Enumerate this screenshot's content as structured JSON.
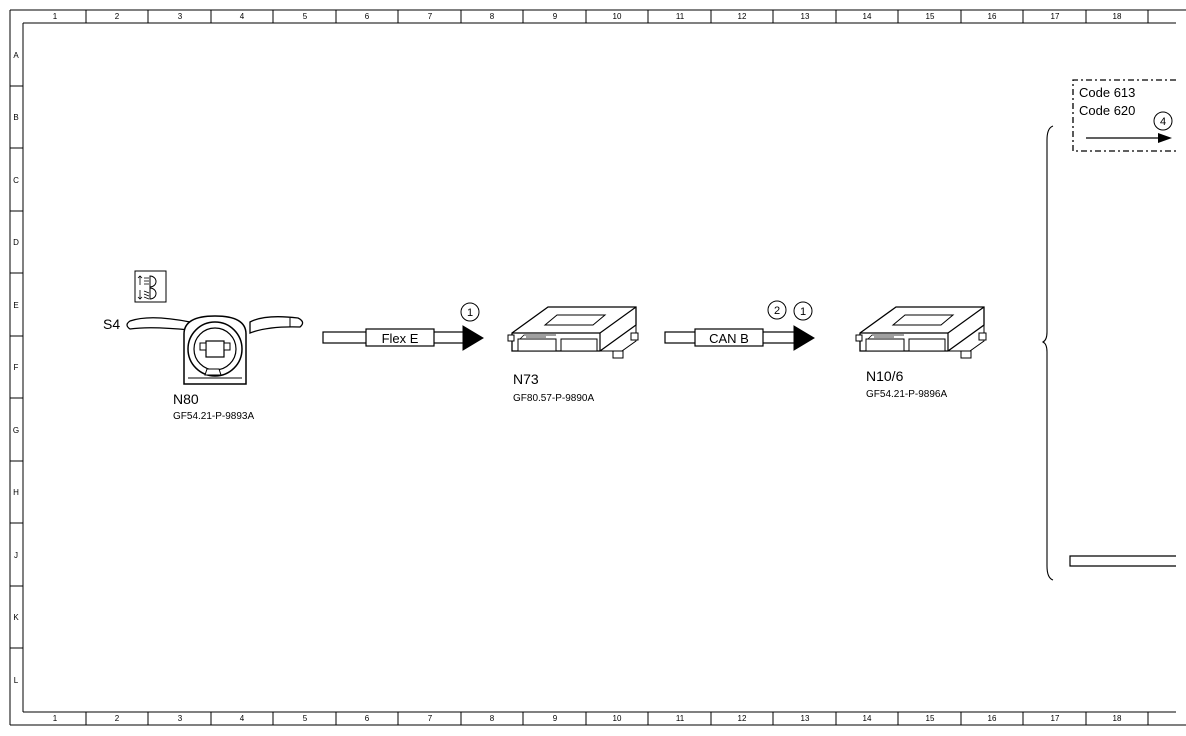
{
  "grid": {
    "columns": [
      "1",
      "2",
      "3",
      "4",
      "5",
      "6",
      "7",
      "8",
      "9",
      "10",
      "11",
      "12",
      "13",
      "14",
      "15",
      "16",
      "17",
      "18"
    ],
    "rows": [
      "A",
      "B",
      "C",
      "D",
      "E",
      "F",
      "G",
      "H",
      "J",
      "K",
      "L"
    ]
  },
  "components": {
    "s4": {
      "designation": "S4"
    },
    "n80": {
      "designation": "N80",
      "reference": "GF54.21-P-9893A"
    },
    "n73": {
      "designation": "N73",
      "reference": "GF80.57-P-9890A"
    },
    "n10_6": {
      "designation": "N10/6",
      "reference": "GF54.21-P-9896A"
    }
  },
  "buses": {
    "flex_e": {
      "label": "Flex E",
      "markers": [
        "1"
      ]
    },
    "can_b": {
      "label": "CAN B",
      "markers": [
        "2",
        "1"
      ]
    }
  },
  "code_box": {
    "lines": [
      "Code 613",
      "Code 620"
    ],
    "marker": "4"
  }
}
